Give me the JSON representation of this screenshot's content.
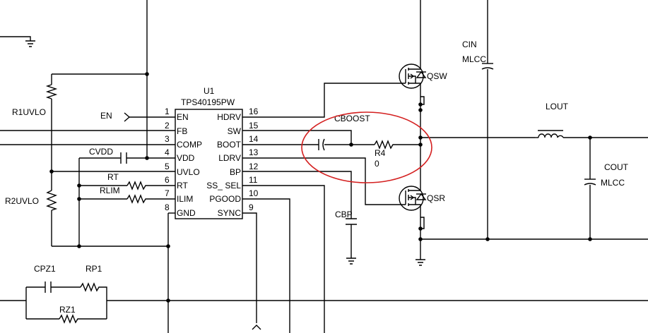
{
  "ic": {
    "ref": "U1",
    "part": "TPS40195PW",
    "left_pins": [
      {
        "num": "1",
        "name": "EN"
      },
      {
        "num": "2",
        "name": "FB"
      },
      {
        "num": "3",
        "name": "COMP"
      },
      {
        "num": "4",
        "name": "VDD"
      },
      {
        "num": "5",
        "name": "UVLO"
      },
      {
        "num": "6",
        "name": "RT"
      },
      {
        "num": "7",
        "name": "ILIM"
      },
      {
        "num": "8",
        "name": "GND"
      }
    ],
    "right_pins": [
      {
        "num": "16",
        "name": "HDRV"
      },
      {
        "num": "15",
        "name": "SW"
      },
      {
        "num": "14",
        "name": "BOOT"
      },
      {
        "num": "13",
        "name": "LDRV"
      },
      {
        "num": "12",
        "name": "BP"
      },
      {
        "num": "11",
        "name": "SS_ SEL"
      },
      {
        "num": "10",
        "name": "PGOOD"
      },
      {
        "num": "9",
        "name": "SYNC"
      }
    ]
  },
  "labels": {
    "en": "EN",
    "r1uvlo": "R1UVLO",
    "r2uvlo": "R2UVLO",
    "cvdd": "CVDD",
    "rt": "RT",
    "rlim": "RLIM",
    "cpz1": "CPZ1",
    "rp1": "RP1",
    "rz1": "RZ1",
    "cboost": "CBOOST",
    "r4": "R4",
    "r4_value": "0",
    "cbp": "CBP",
    "qsw": "QSW",
    "qsr": "QSR",
    "cin": "CIN",
    "cin_type": "MLCC",
    "lout": "LOUT",
    "cout": "COUT",
    "cout_type": "MLCC"
  },
  "colors": {
    "wire": "#000000",
    "highlight": "#d42020",
    "background": "#ffffff"
  }
}
